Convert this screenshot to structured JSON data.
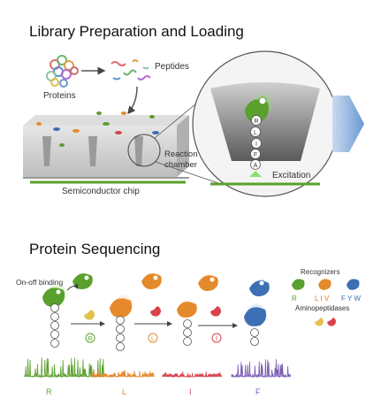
{
  "section1": {
    "title": "Library Preparation and Loading",
    "proteins_label": "Proteins",
    "peptides_label": "Peptides",
    "reaction_chamber_label": [
      "Reaction",
      "chamber"
    ],
    "chip_label": "Semiconductor chip",
    "excitation_label": "Excitation",
    "peptide_residues": [
      "R",
      "L",
      "I",
      "F",
      "A"
    ]
  },
  "section2": {
    "title": "Protein Sequencing",
    "binding_label": "On-off binding",
    "recognizers_label": "Recognizers",
    "aminopeptidases_label": "Aminopeptidases",
    "recognizer_letters": [
      {
        "text": "R",
        "color": "#5aa02c"
      },
      {
        "text": "L I V",
        "color": "#e07b28"
      },
      {
        "text": "F Y W",
        "color": "#3d6fb5"
      }
    ],
    "cleaved_residues": [
      "R",
      "L",
      "I"
    ],
    "traces": [
      {
        "label": "R",
        "color": "#5aa02c"
      },
      {
        "label": "L",
        "color": "#e58a2c"
      },
      {
        "label": "I",
        "color": "#d9424a"
      },
      {
        "label": "F",
        "color": "#7b5cb5"
      }
    ]
  },
  "colors": {
    "green": "#5aa02c",
    "orange": "#e58a2c",
    "red": "#d9424a",
    "blue": "#3d6fb5",
    "purple": "#7b5cb5",
    "chip_gray": "#c9c9c9",
    "arrow_blue": "#6d9bd1"
  }
}
